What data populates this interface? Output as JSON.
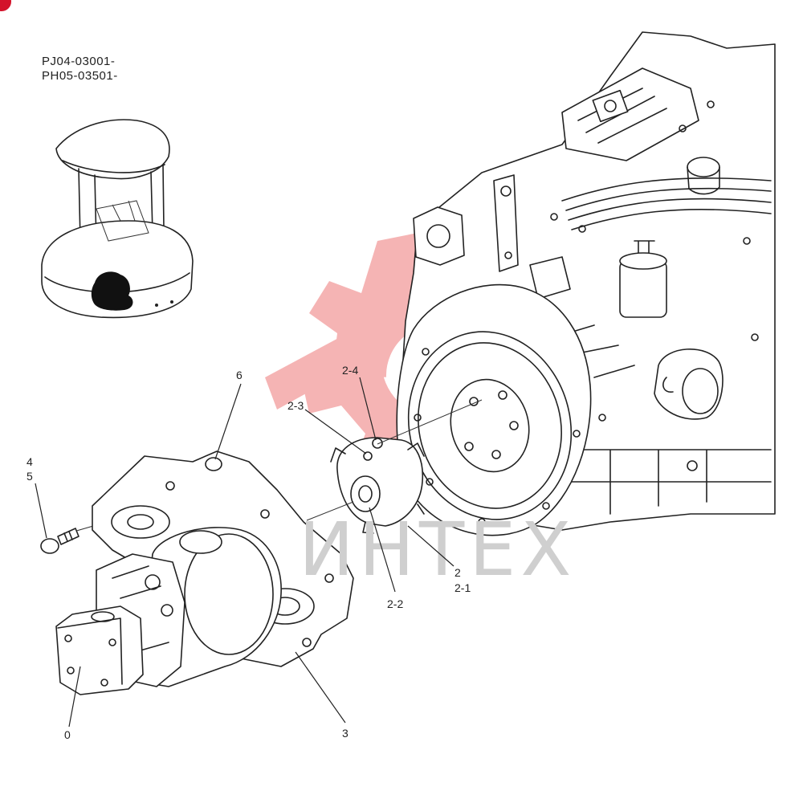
{
  "serial_numbers": [
    "PJ04-03001-",
    "PH05-03501-"
  ],
  "watermark": {
    "text": "ИНТЕХ",
    "logo_color": "#f4a8a8",
    "text_color": "#cfcfcf"
  },
  "callouts": [
    {
      "label": "6",
      "id": "callout-6"
    },
    {
      "label": "2-4",
      "id": "callout-2-4"
    },
    {
      "label": "2-3",
      "id": "callout-2-3"
    },
    {
      "label": "4",
      "id": "callout-4"
    },
    {
      "label": "5",
      "id": "callout-5"
    },
    {
      "label": "2",
      "id": "callout-2"
    },
    {
      "label": "2-1",
      "id": "callout-2-1"
    },
    {
      "label": "2-2",
      "id": "callout-2-2"
    },
    {
      "label": "0",
      "id": "callout-0"
    },
    {
      "label": "3",
      "id": "callout-3"
    }
  ],
  "colors": {
    "line": "#222222",
    "badge": "#d3122a",
    "locator_highlight": "#111111"
  }
}
